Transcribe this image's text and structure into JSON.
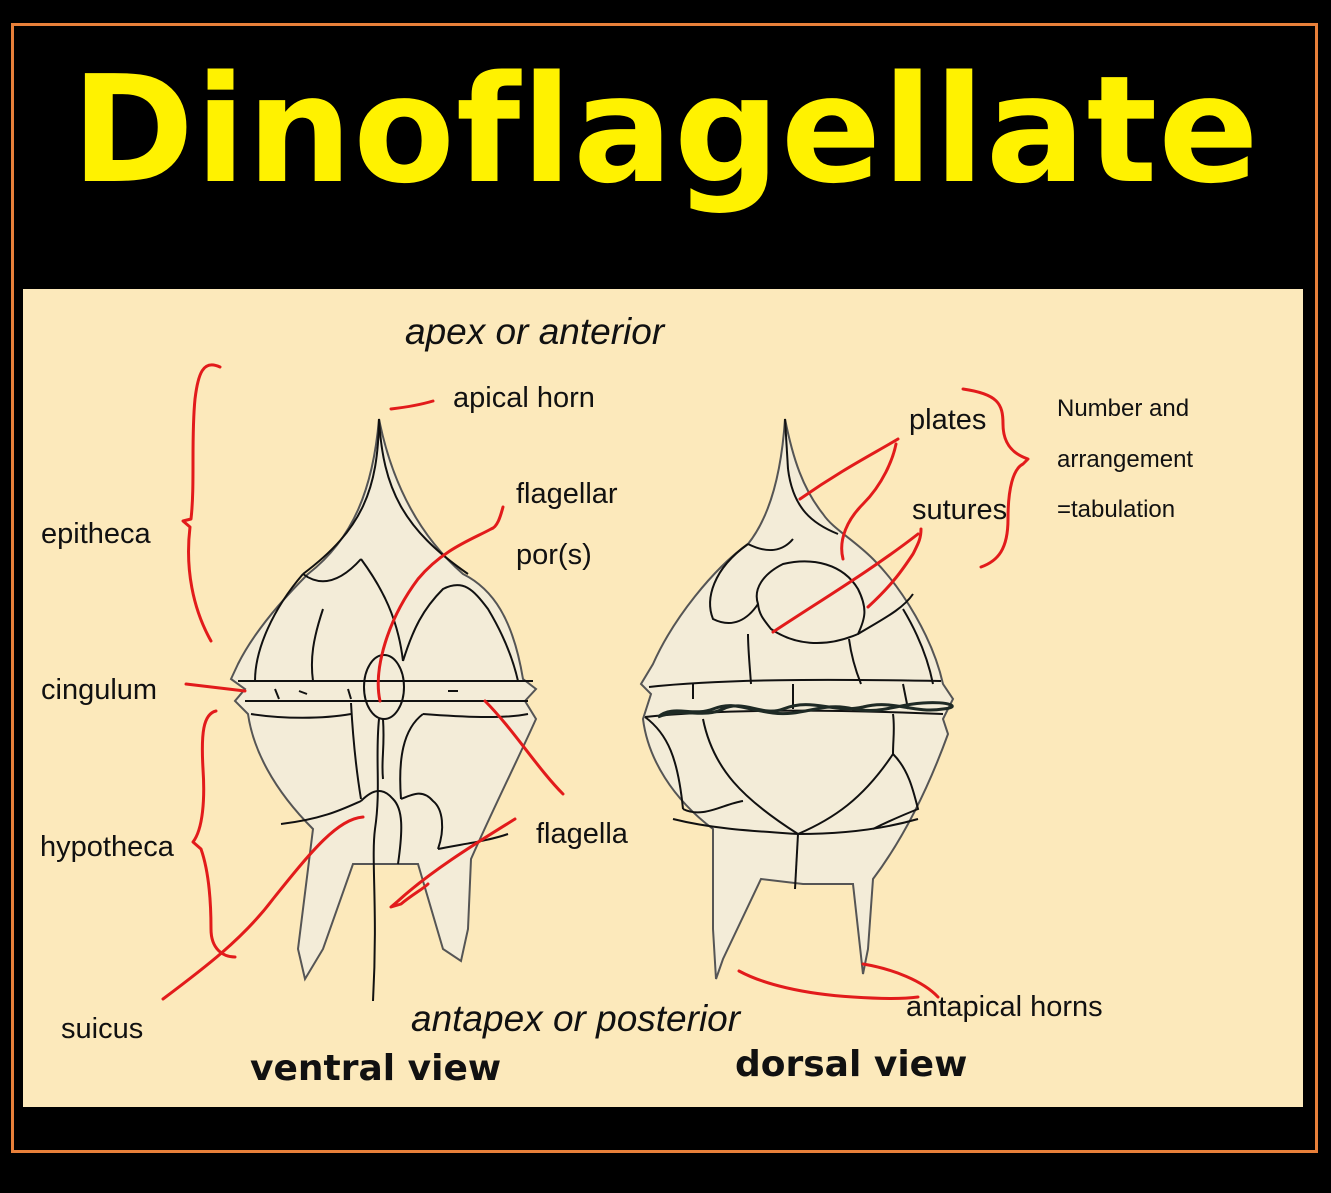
{
  "title": "Dinoflagellate",
  "labels": {
    "apex": "apex or anterior",
    "antapex": "antapex or posterior",
    "apical_horn": "apical horn",
    "flagellar_pores_line1": "flagellar",
    "flagellar_pores_line2": "por(s)",
    "epitheca": "epitheca",
    "cingulum": "cingulum",
    "hypotheca": "hypotheca",
    "sulcus": "suicus",
    "flagella": "flagella",
    "plates": "plates",
    "sutures": "sutures",
    "tabulation_line1": "Number and",
    "tabulation_line2": "arrangement",
    "tabulation_line3": "=tabulation",
    "antapical_horns": "antapical horns"
  },
  "views": {
    "ventral": "ventral view",
    "dorsal": "dorsal view"
  },
  "colors": {
    "background": "#000000",
    "border": "#e8803a",
    "title": "#fff200",
    "panel": "#fce9bb",
    "cell": "#f3ecd8",
    "annotation": "#e21b1b"
  }
}
